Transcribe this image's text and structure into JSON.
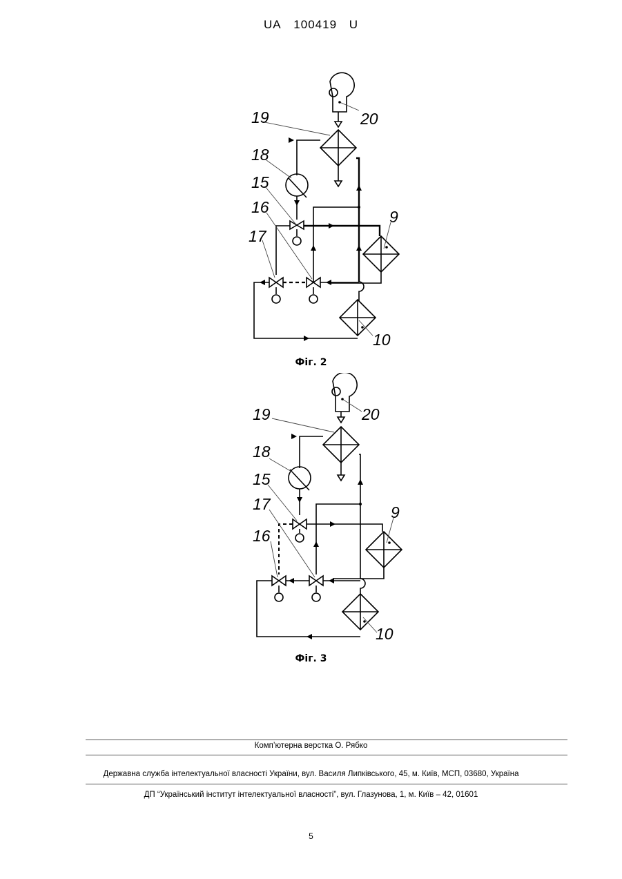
{
  "header": {
    "country": "UA",
    "number": "100419",
    "kind": "U"
  },
  "figures": [
    {
      "caption": "Фіг. 2",
      "labels": [
        "20",
        "19",
        "18",
        "15",
        "16",
        "17",
        "9",
        "10"
      ]
    },
    {
      "caption": "Фіг. 3",
      "labels": [
        "20",
        "19",
        "18",
        "15",
        "17",
        "16",
        "9",
        "10"
      ]
    }
  ],
  "footer": {
    "layout_credit": "Комп’ютерна верстка О. Рябко",
    "agency": "Державна служба інтелектуальної власності України, вул. Василя Липківського, 45, м. Київ, МСП, 03680, Україна",
    "institute": "ДП “Український інститут інтелектуальної власності”, вул. Глазунова, 1, м. Київ – 42, 01601"
  },
  "page_number": "5"
}
